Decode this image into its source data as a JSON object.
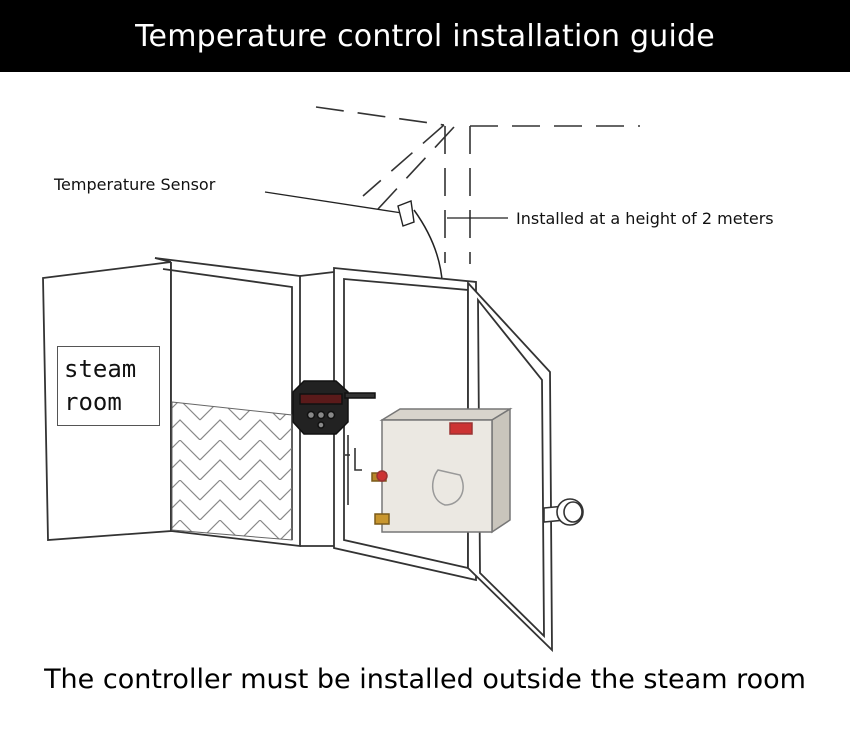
{
  "header": {
    "title": "Temperature control installation guide"
  },
  "labels": {
    "sensor": "Temperature Sensor",
    "height": "Installed at a height of 2 meters",
    "room_sign_line1": "steam",
    "room_sign_line2": "room"
  },
  "footer": {
    "note": "The controller must be installed outside the steam room"
  },
  "colors": {
    "header_bg": "#000000",
    "header_text": "#ffffff",
    "line": "#333333",
    "generator_body": "#e6e3dd"
  }
}
